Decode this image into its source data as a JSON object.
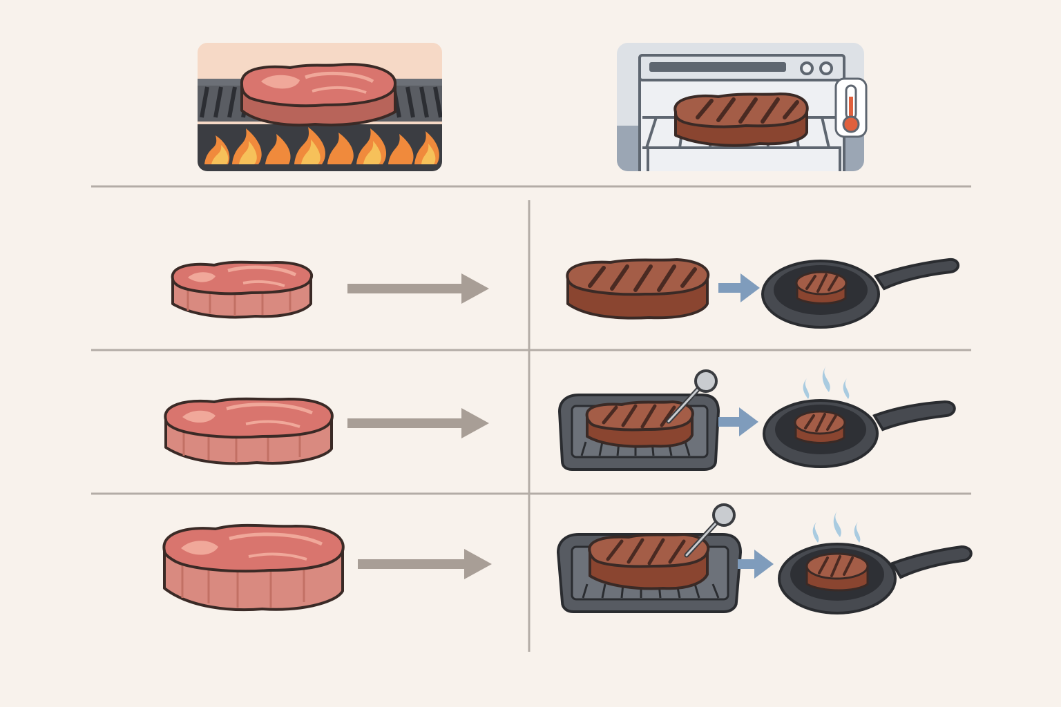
{
  "colors": {
    "background": "#f8f2ec",
    "divider": "#b3aca6",
    "raw_meat": "#d9756e",
    "raw_meat_light": "#f0a89a",
    "raw_meat_side": "#d98a80",
    "seared_top": "#a45d47",
    "seared_side": "#8a4530",
    "grill_marks": "#4a2a22",
    "outline": "#3a2a26",
    "gray_arrow": "#a89e96",
    "blue_arrow": "#7f9cbc",
    "pan": "#474a50",
    "pan_inner": "#2e3035",
    "oven_body": "#dde1e6",
    "oven_panel": "#9ba6b4",
    "flame_orange": "#f08a3c",
    "flame_yellow": "#f6c15a",
    "thermometer_red": "#e0603d",
    "steam": "#a9cbe0"
  },
  "icons": {
    "grill_panel": "grill-with-flames-icon",
    "oven_panel": "oven-with-thermometer-icon",
    "raw_steak": "raw-steak-icon",
    "seared_steak": "seared-steak-icon",
    "tray": "baking-tray-icon",
    "probe": "meat-probe-icon",
    "skillet": "cast-iron-skillet-icon",
    "steam": "steam-icon",
    "gray_arrow": "arrow-right-icon",
    "blue_arrow": "arrow-right-icon"
  },
  "rows": [
    {
      "thickness": "thin",
      "finish_method": "sear-then-skillet",
      "has_probe": false,
      "has_steam": false
    },
    {
      "thickness": "medium",
      "finish_method": "oven-tray-then-skillet",
      "has_probe": true,
      "has_steam": true
    },
    {
      "thickness": "thick",
      "finish_method": "oven-tray-then-skillet",
      "has_probe": true,
      "has_steam": true
    }
  ]
}
